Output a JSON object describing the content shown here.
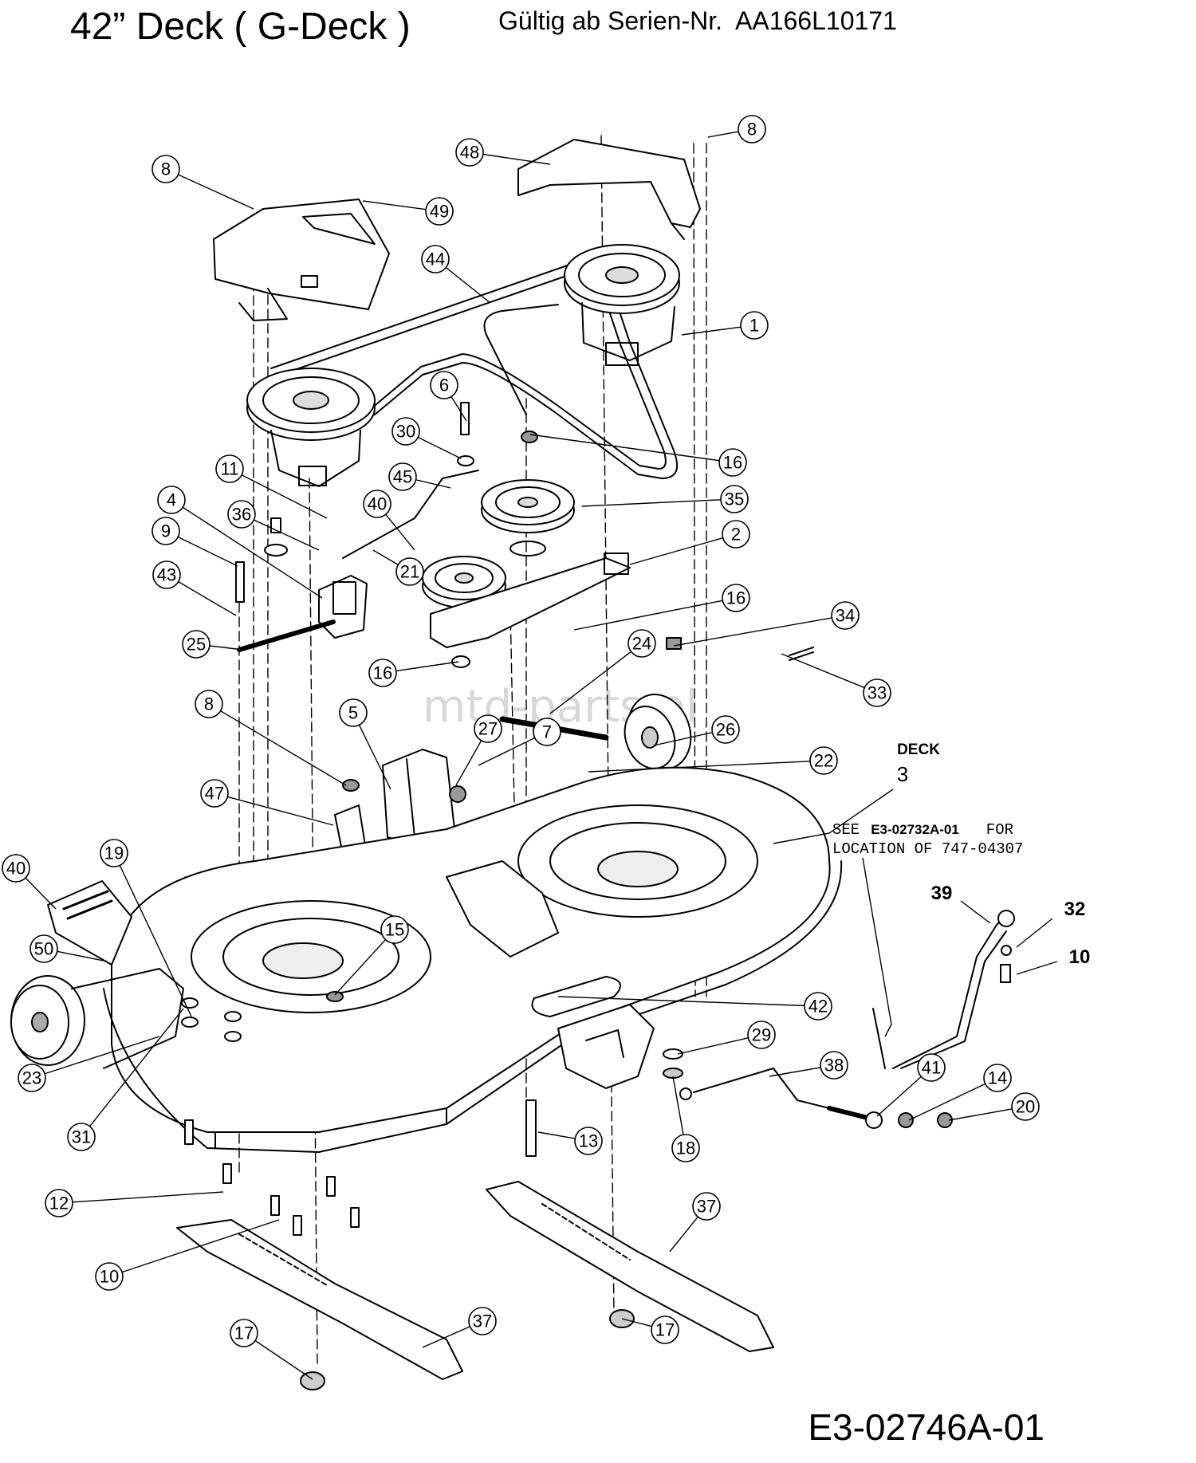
{
  "header": {
    "title": "42” Deck ( G-Deck )",
    "serial_label": "Gültig ab Serien-Nr.",
    "serial_value": "AA166L10171"
  },
  "deck_label": {
    "word": "DECK",
    "number": "3"
  },
  "note": {
    "line1_prefix": "SEE",
    "ref": "E3-02732A-01",
    "line1_suffix": "FOR",
    "line2": "LOCATION OF 747-04307"
  },
  "watermark": "mtd-parts.pl",
  "doc_number": "E3-02746A-01",
  "callouts": [
    "8",
    "48",
    "49",
    "8",
    "44",
    "1",
    "6",
    "30",
    "16",
    "45",
    "35",
    "40",
    "11",
    "36",
    "4",
    "9",
    "43",
    "21",
    "2",
    "25",
    "16",
    "16",
    "24",
    "34",
    "33",
    "8",
    "5",
    "27",
    "7",
    "26",
    "22",
    "47",
    "19",
    "40",
    "15",
    "50",
    "23",
    "31",
    "12",
    "10",
    "42",
    "29",
    "38",
    "41",
    "14",
    "20",
    "18",
    "13",
    "37",
    "17",
    "17",
    "37"
  ],
  "plain_labels": [
    "39",
    "32",
    "10"
  ]
}
